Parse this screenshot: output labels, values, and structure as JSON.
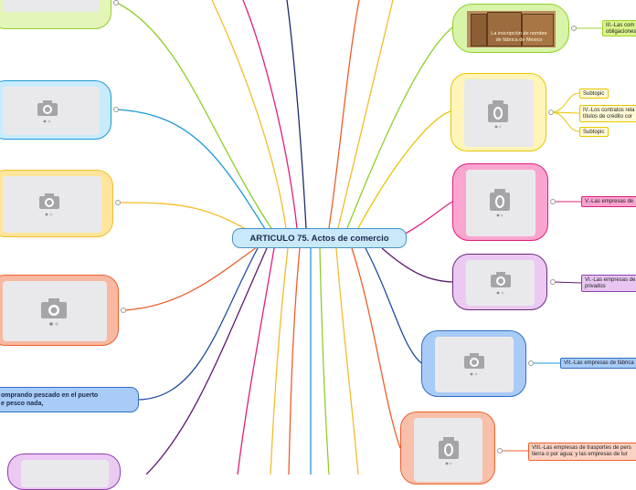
{
  "central": {
    "label": "ARTICULO 75. Actos de comercio"
  },
  "text_node": {
    "label": "omprando pescado en el puerto\ne pesco nada,"
  },
  "image_node": {
    "caption": "La inscripción de nombre\nde fábrica de Mexico"
  },
  "leaves": {
    "iii": "III.-Las com\nobligaciones",
    "subtopic_1": "Subtopic",
    "iv": "IV.-Los contratos rela\ntítulos de crédito cor",
    "subtopic_2": "Subtopic",
    "v": "V.-Las empresas de",
    "vi": "VI.-Las empresas de\nprivados",
    "vii": "VII.-Las empresas de fábrica",
    "viii": "VIII.-Las empresas de trasportes de pers\ntierra o por agua; y las empresas de tur"
  },
  "colors": {
    "green": "#8fce2b",
    "blue": "#1f9ad6",
    "yellow": "#f2bd2a",
    "orange": "#ec5f2c",
    "pink": "#e01f7a",
    "purple": "#5b1a6d",
    "navy": "#1f4c9e",
    "darkblue": "#1d2d6b",
    "gold": "#e6c600"
  }
}
